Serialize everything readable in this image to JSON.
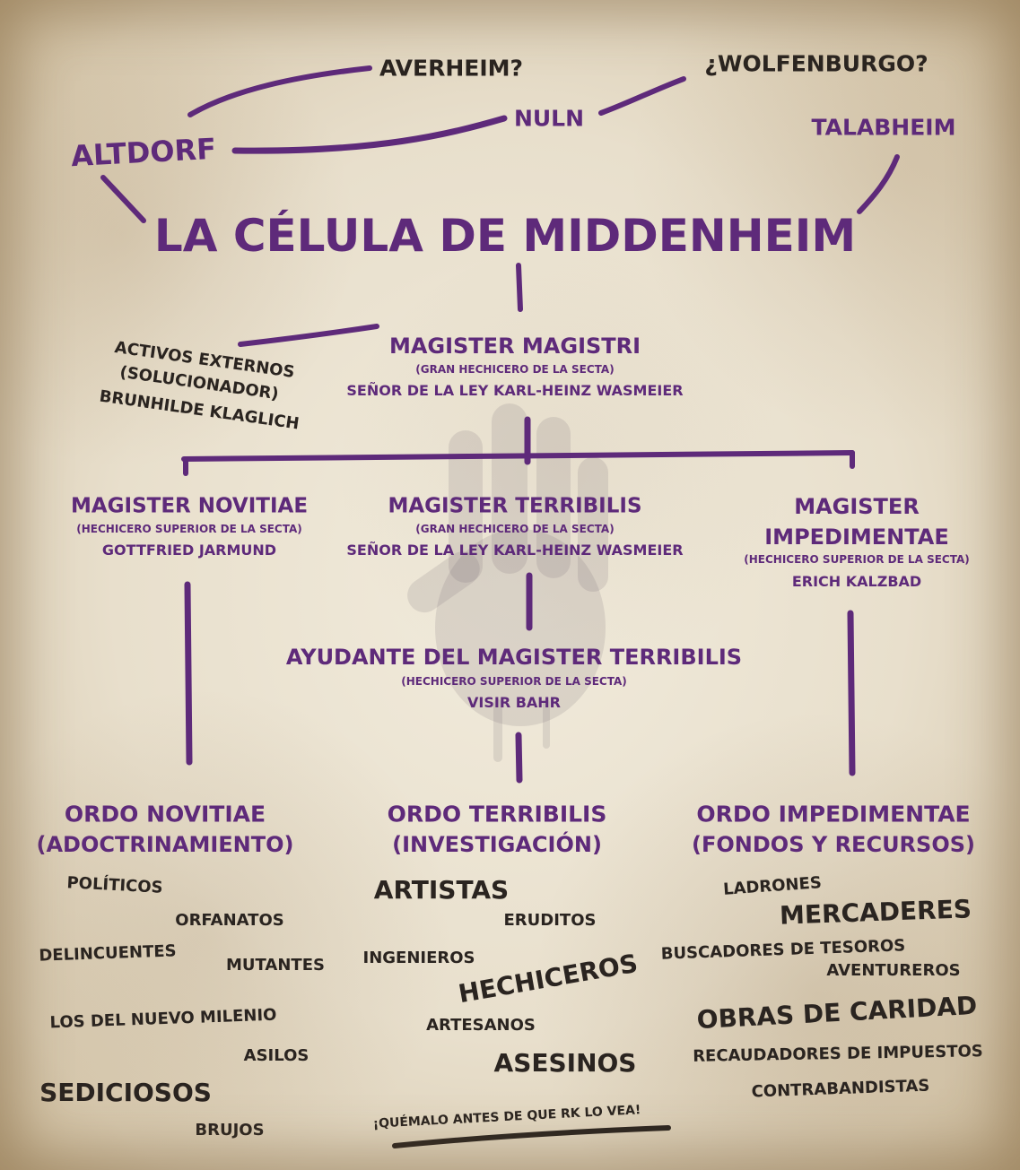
{
  "title": "LA CÉLULA DE MIDDENHEIM",
  "cities": {
    "altdorf": "ALTDORF",
    "averheim": "AVERHEIM?",
    "nuln": "NULN",
    "wolfenburgo": "¿WOLFENBURGO?",
    "talabheim": "TALABHEIM"
  },
  "external_assets": {
    "line1": "ACTIVOS EXTERNOS",
    "line2": "(SOLUCIONADOR)",
    "line3": "BRUNHILDE KLAGLICH"
  },
  "magister_magistri": {
    "title": "MAGISTER MAGISTRI",
    "role": "(GRAN HECHICERO DE LA SECTA)",
    "name": "SEÑOR DE LA LEY KARL-HEINZ WASMEIER"
  },
  "magister_novitiae": {
    "title": "MAGISTER NOVITIAE",
    "role": "(HECHICERO SUPERIOR DE LA SECTA)",
    "name": "GOTTFRIED JARMUND"
  },
  "magister_terribilis": {
    "title": "MAGISTER TERRIBILIS",
    "role": "(GRAN HECHICERO DE LA SECTA)",
    "name": "SEÑOR DE LA LEY KARL-HEINZ WASMEIER"
  },
  "magister_impedimentae": {
    "title_line1": "MAGISTER",
    "title_line2": "IMPEDIMENTAE",
    "role": "(HECHICERO SUPERIOR DE LA SECTA)",
    "name": "ERICH KALZBAD"
  },
  "ayudante": {
    "title": "AYUDANTE DEL MAGISTER TERRIBILIS",
    "role": "(HECHICERO SUPERIOR DE LA SECTA)",
    "name": "VISIR BAHR"
  },
  "ordo_novitiae": {
    "title": "ORDO NOVITIAE",
    "subtitle": "(ADOCTRINAMIENTO)",
    "words": [
      "POLÍTICOS",
      "ORFANATOS",
      "DELINCUENTES",
      "MUTANTES",
      "LOS DEL NUEVO MILENIO",
      "ASILOS",
      "SEDICIOSOS",
      "BRUJOS"
    ]
  },
  "ordo_terribilis": {
    "title": "ORDO TERRIBILIS",
    "subtitle": "(INVESTIGACIÓN)",
    "words": [
      "ARTISTAS",
      "ERUDITOS",
      "INGENIEROS",
      "HECHICEROS",
      "ARTESANOS",
      "ASESINOS"
    ]
  },
  "ordo_impedimentae": {
    "title": "ORDO IMPEDIMENTAE",
    "subtitle": "(FONDOS Y RECURSOS)",
    "words": [
      "LADRONES",
      "MERCADERES",
      "BUSCADORES DE TESOROS",
      "AVENTUREROS",
      "OBRAS DE CARIDAD",
      "RECAUDADORES DE IMPUESTOS",
      "CONTRABANDISTAS"
    ]
  },
  "footer_note": "¡QUÉMALO ANTES DE QUE RK LO VEA!",
  "colors": {
    "purple": "#5e2a7a",
    "ink": "#2a2420",
    "paper": "#ece4d2"
  }
}
